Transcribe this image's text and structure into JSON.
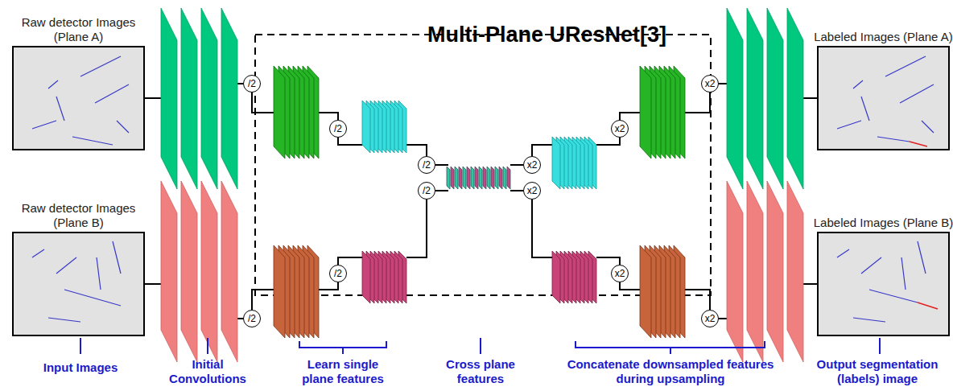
{
  "diagram": {
    "title": "Multi-Plane UResNet[3]",
    "nodes": [
      {
        "text": [
          "Raw detector Images (Plane A)"
        ]
      },
      {
        "text": [
          "Raw detector Images (Plane B)"
        ]
      },
      {
        "text": [
          "/2"
        ]
      },
      {
        "text": [
          "/2"
        ]
      },
      {
        "text": [
          "/2"
        ]
      },
      {
        "text": [
          "x2"
        ]
      },
      {
        "text": [
          "x2"
        ]
      },
      {
        "text": [
          "x2"
        ]
      },
      {
        "text": [
          "/2"
        ]
      },
      {
        "text": [
          "/2"
        ]
      },
      {
        "text": [
          "/2"
        ]
      },
      {
        "text": [
          "x2"
        ]
      },
      {
        "text": [
          "x2"
        ]
      },
      {
        "text": [
          "x2"
        ]
      },
      {
        "text": [
          "Labeled Images (Plane A)"
        ]
      },
      {
        "text": [
          "Labeled Images (Plane B)"
        ]
      }
    ],
    "labels": [
      "Input Images",
      "Initial Convolutions",
      "Learn single plane features",
      "Cross plane features",
      "Concatenate downsampled features during upsampling",
      "Output segmentation (labels) image"
    ]
  }
}
